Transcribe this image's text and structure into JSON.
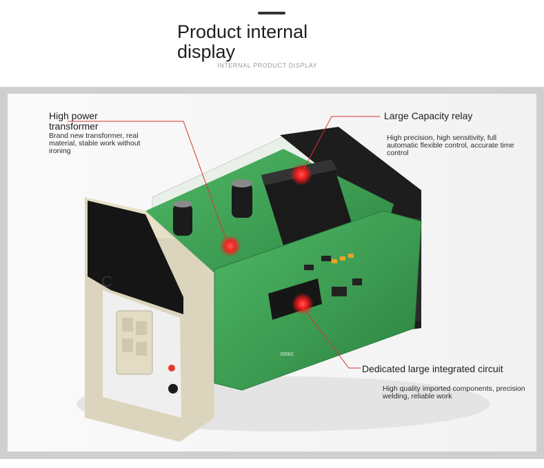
{
  "header": {
    "title": "Product internal display",
    "subtitle": "INTERNAL PRODUCT DISPLAY"
  },
  "callouts": {
    "transformer": {
      "title": "High power transformer",
      "desc": "Brand new transformer, real material, stable work without ironing"
    },
    "relay": {
      "title": "Large Capacity relay",
      "desc": "High precision, high sensitivity, full automatic flexible control, accurate time control"
    },
    "ic": {
      "title": "Dedicated large integrated circuit",
      "desc": "High quality imported components, precision welding, reliable work"
    }
  },
  "product": {
    "dial_letter": "C",
    "board_code": "33582"
  },
  "colors": {
    "callout_line": "#d8332f",
    "marker": "#ff1a1a",
    "pcb": "#3a9a4e",
    "housing": "#ddd6bf",
    "relay": "#1c1c1c"
  }
}
